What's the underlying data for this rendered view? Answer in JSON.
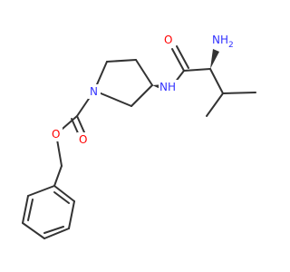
{
  "colors": {
    "bond": "#333333",
    "nitrogen": "#3333ff",
    "oxygen": "#ff0000"
  },
  "atoms": {
    "nh2": {
      "main": "NH",
      "sub": "2"
    },
    "o_top": "O",
    "nh": "NH",
    "n_ring": "N",
    "o_ester": "O",
    "o_carbonyl": "O"
  }
}
